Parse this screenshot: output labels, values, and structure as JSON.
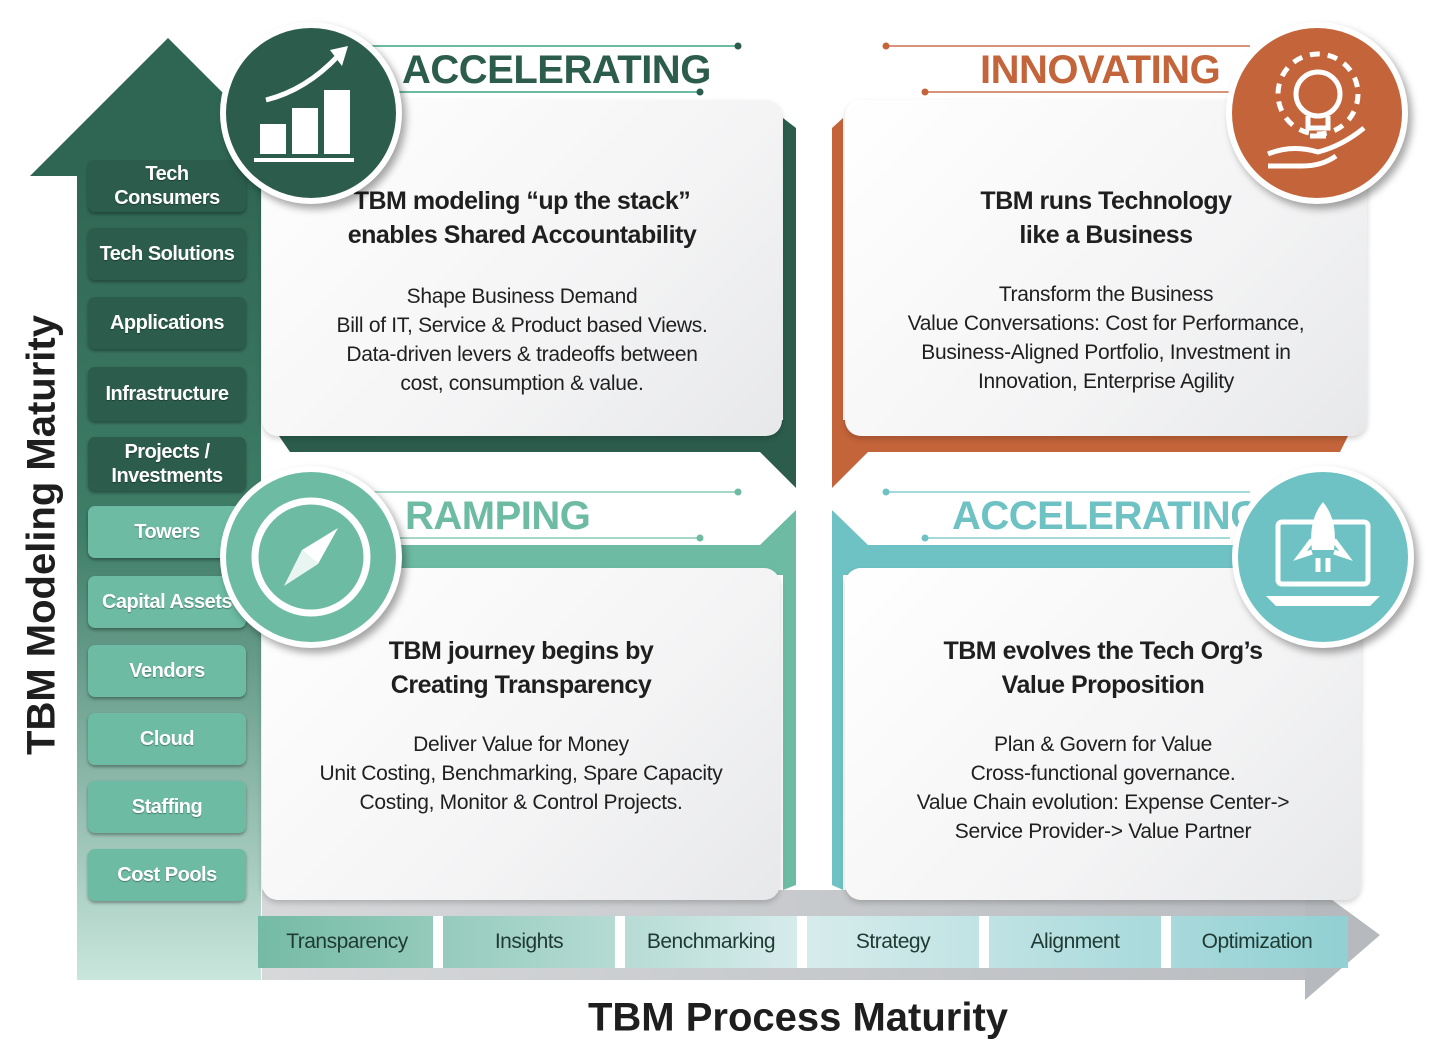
{
  "colors": {
    "dark_green": "#2c5d4c",
    "light_teal": "#6dbba3",
    "orange": "#c4643a",
    "cyan": "#6ec2c4"
  },
  "axes": {
    "y_label": "TBM Modeling Maturity",
    "x_label": "TBM Process Maturity"
  },
  "layers": [
    {
      "label": "Tech\nConsumers",
      "tone": "dark"
    },
    {
      "label": "Tech Solutions",
      "tone": "dark"
    },
    {
      "label": "Applications",
      "tone": "dark"
    },
    {
      "label": "Infrastructure",
      "tone": "dark"
    },
    {
      "label": "Projects /\nInvestments",
      "tone": "dark"
    },
    {
      "label": "Towers",
      "tone": "light"
    },
    {
      "label": "Capital Assets",
      "tone": "light"
    },
    {
      "label": "Vendors",
      "tone": "light"
    },
    {
      "label": "Cloud",
      "tone": "light"
    },
    {
      "label": "Staffing",
      "tone": "light"
    },
    {
      "label": "Cost Pools",
      "tone": "light"
    }
  ],
  "stages": [
    "Transparency",
    "Insights",
    "Benchmarking",
    "Strategy",
    "Alignment",
    "Optimization"
  ],
  "quadrants": {
    "top_left": {
      "heading": "ACCELERATING",
      "icon": "bar-chart-growth-icon",
      "title": "TBM modeling “up the stack”\nenables Shared Accountability",
      "desc": "Shape Business Demand\nBill of IT, Service & Product based Views.\nData-driven levers & tradeoffs between\ncost, consumption & value."
    },
    "top_right": {
      "heading": "INNOVATING",
      "icon": "lightbulb-gear-hand-icon",
      "title": "TBM runs Technology\nlike a Business",
      "desc": "Transform the Business\nValue Conversations: Cost for Performance,\nBusiness-Aligned Portfolio, Investment in\nInnovation, Enterprise Agility"
    },
    "bottom_left": {
      "heading": "RAMPING",
      "icon": "compass-icon",
      "title": "TBM journey begins by\nCreating Transparency",
      "desc": "Deliver Value for Money\nUnit Costing, Benchmarking, Spare Capacity\nCosting, Monitor & Control Projects."
    },
    "bottom_right": {
      "heading": "ACCELERATING",
      "icon": "rocket-laptop-icon",
      "title": "TBM evolves the Tech Org’s\nValue Proposition",
      "desc": "Plan & Govern for Value\nCross-functional governance.\nValue Chain evolution: Expense Center->\nService Provider-> Value Partner"
    }
  }
}
